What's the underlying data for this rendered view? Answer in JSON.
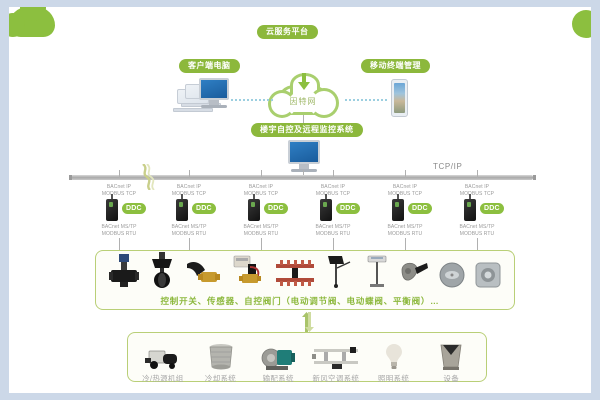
{
  "diagram": {
    "title_cloud": "云服务平台",
    "client_label": "客户端电脑",
    "mobile_label": "移动终端管理",
    "internet_label": "因特网",
    "system_label": "楼宇自控及远程监控系统",
    "bus_label": "TCP/IP",
    "upstream_protocol_line1": "BACnet IP",
    "upstream_protocol_line2": "MODBUS TCP",
    "downstream_protocol_line1": "BACnet MS/TP",
    "downstream_protocol_line2": "MODBUS RTU",
    "ddc_label": "DDC",
    "ddc_count": 6,
    "field_devices_caption": "控制开关、传感器、自控阀门（电动调节阀、电动蝶阀、平衡阀）…",
    "ddc_nodes": [
      {
        "id": 1,
        "label": "DDC"
      },
      {
        "id": 2,
        "label": "DDC"
      },
      {
        "id": 3,
        "label": "DDC"
      },
      {
        "id": 4,
        "label": "DDC"
      },
      {
        "id": 5,
        "label": "DDC"
      },
      {
        "id": 6,
        "label": "DDC"
      }
    ],
    "field_devices": [
      {
        "name": "control-valve"
      },
      {
        "name": "butterfly-valve"
      },
      {
        "name": "actuator-valve"
      },
      {
        "name": "solenoid-valve"
      },
      {
        "name": "manifold"
      },
      {
        "name": "temperature-probe"
      },
      {
        "name": "duct-sensor"
      },
      {
        "name": "damper-actuator"
      },
      {
        "name": "round-sensor"
      },
      {
        "name": "square-sensor"
      }
    ],
    "subsystems": [
      {
        "label": "冷/热源机组",
        "icon": "chiller-unit"
      },
      {
        "label": "冷却系统",
        "icon": "cooling-tower"
      },
      {
        "label": "输配系统",
        "icon": "pump"
      },
      {
        "label": "新风空调系统",
        "icon": "air-handling-unit"
      },
      {
        "label": "照明系统",
        "icon": "light-bulb"
      },
      {
        "label": "设备",
        "icon": "equipment"
      }
    ],
    "colors": {
      "brand_green": "#8cbf3f",
      "pill_green": "#8cb83c",
      "box_border": "#b9cf77",
      "frame": "#ccd8e8",
      "bus_gray": "#a9a9a9",
      "proto_text": "#9a9a9a",
      "dotted_link": "#9ccfe0"
    }
  }
}
